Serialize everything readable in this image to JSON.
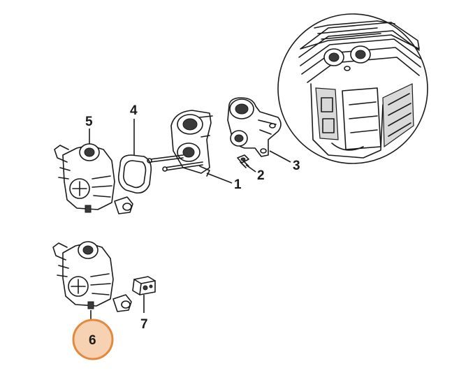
{
  "diagram": {
    "callouts": [
      {
        "id": "1",
        "label": "1"
      },
      {
        "id": "2",
        "label": "2"
      },
      {
        "id": "3",
        "label": "3"
      },
      {
        "id": "4",
        "label": "4"
      },
      {
        "id": "5",
        "label": "5"
      },
      {
        "id": "6",
        "label": "6",
        "highlighted": true
      },
      {
        "id": "7",
        "label": "7"
      }
    ],
    "colors": {
      "ink": "#1a1a1a",
      "highlight_fill": "#f6d2b3",
      "highlight_stroke": "#e2893d",
      "background": "#ffffff"
    }
  }
}
